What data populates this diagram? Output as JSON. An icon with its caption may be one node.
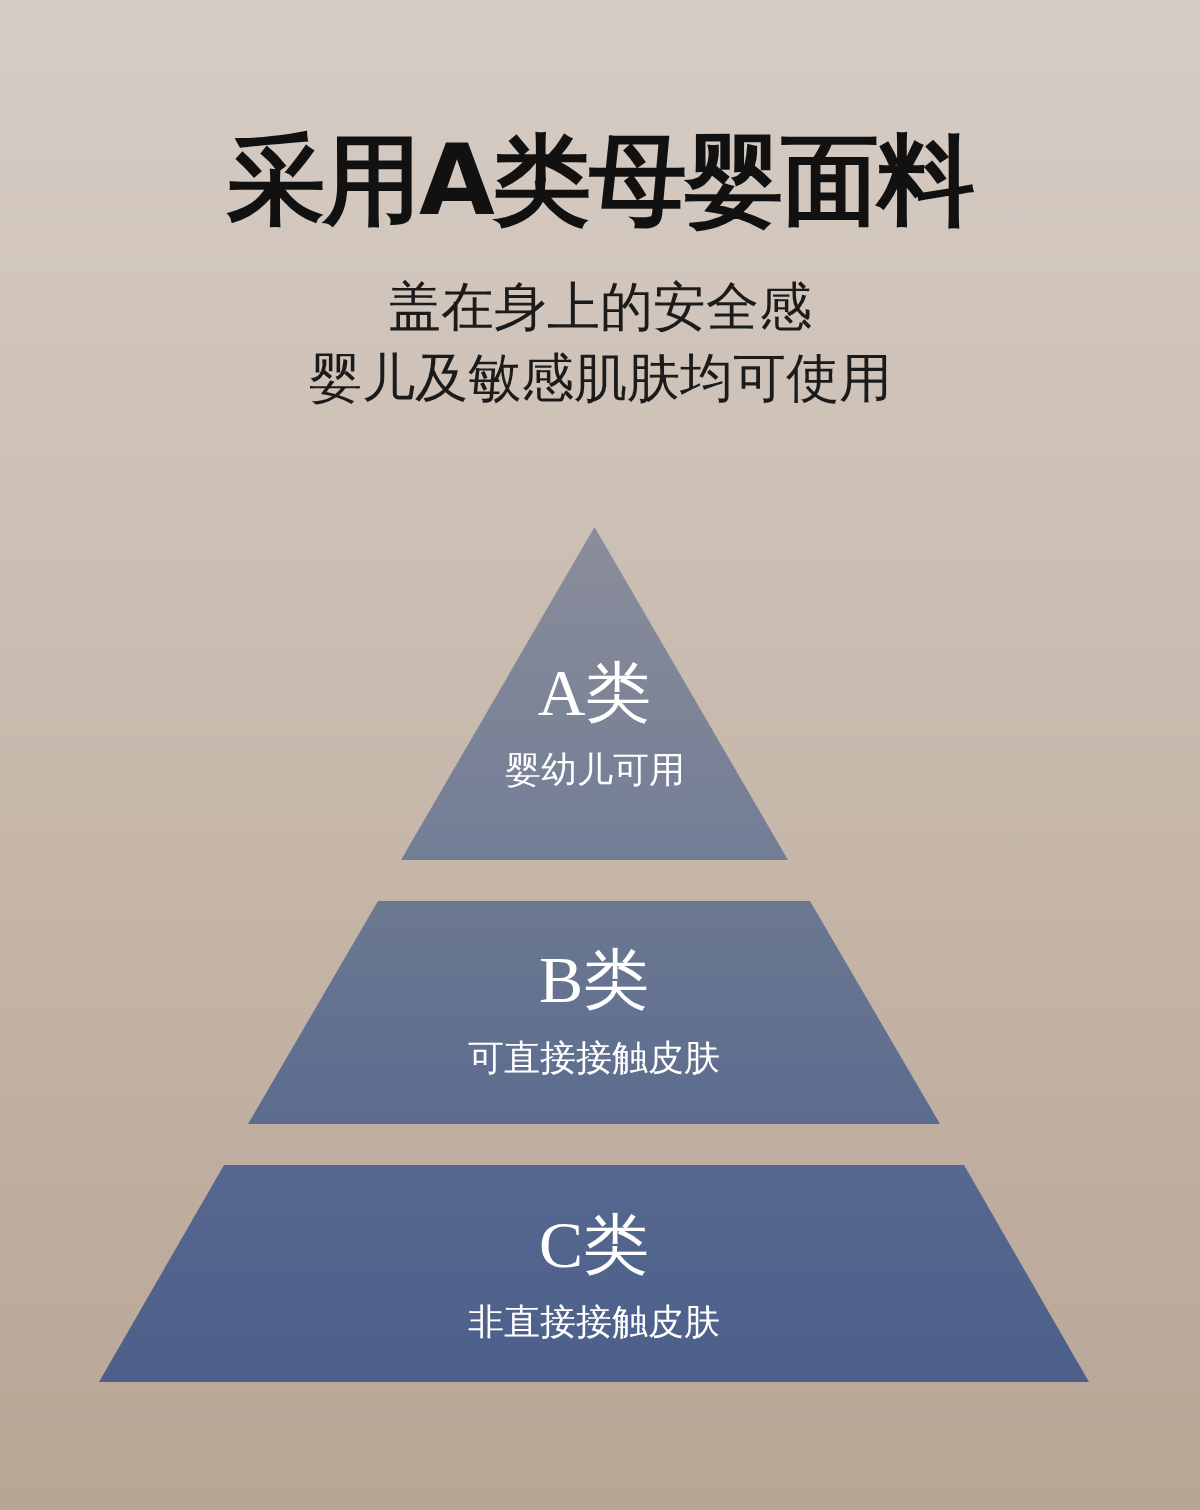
{
  "diagram": {
    "title": "采用A类母婴面料",
    "nodes": [
      {
        "text": [
          "A类",
          "婴幼儿可用"
        ]
      },
      {
        "text": [
          "B类",
          "可直接接触皮肤"
        ]
      },
      {
        "text": [
          "C类",
          "非直接接触皮肤"
        ]
      }
    ],
    "labels": [
      "盖在身上的安全感",
      "婴儿及敏感肌肤均可使用"
    ]
  }
}
